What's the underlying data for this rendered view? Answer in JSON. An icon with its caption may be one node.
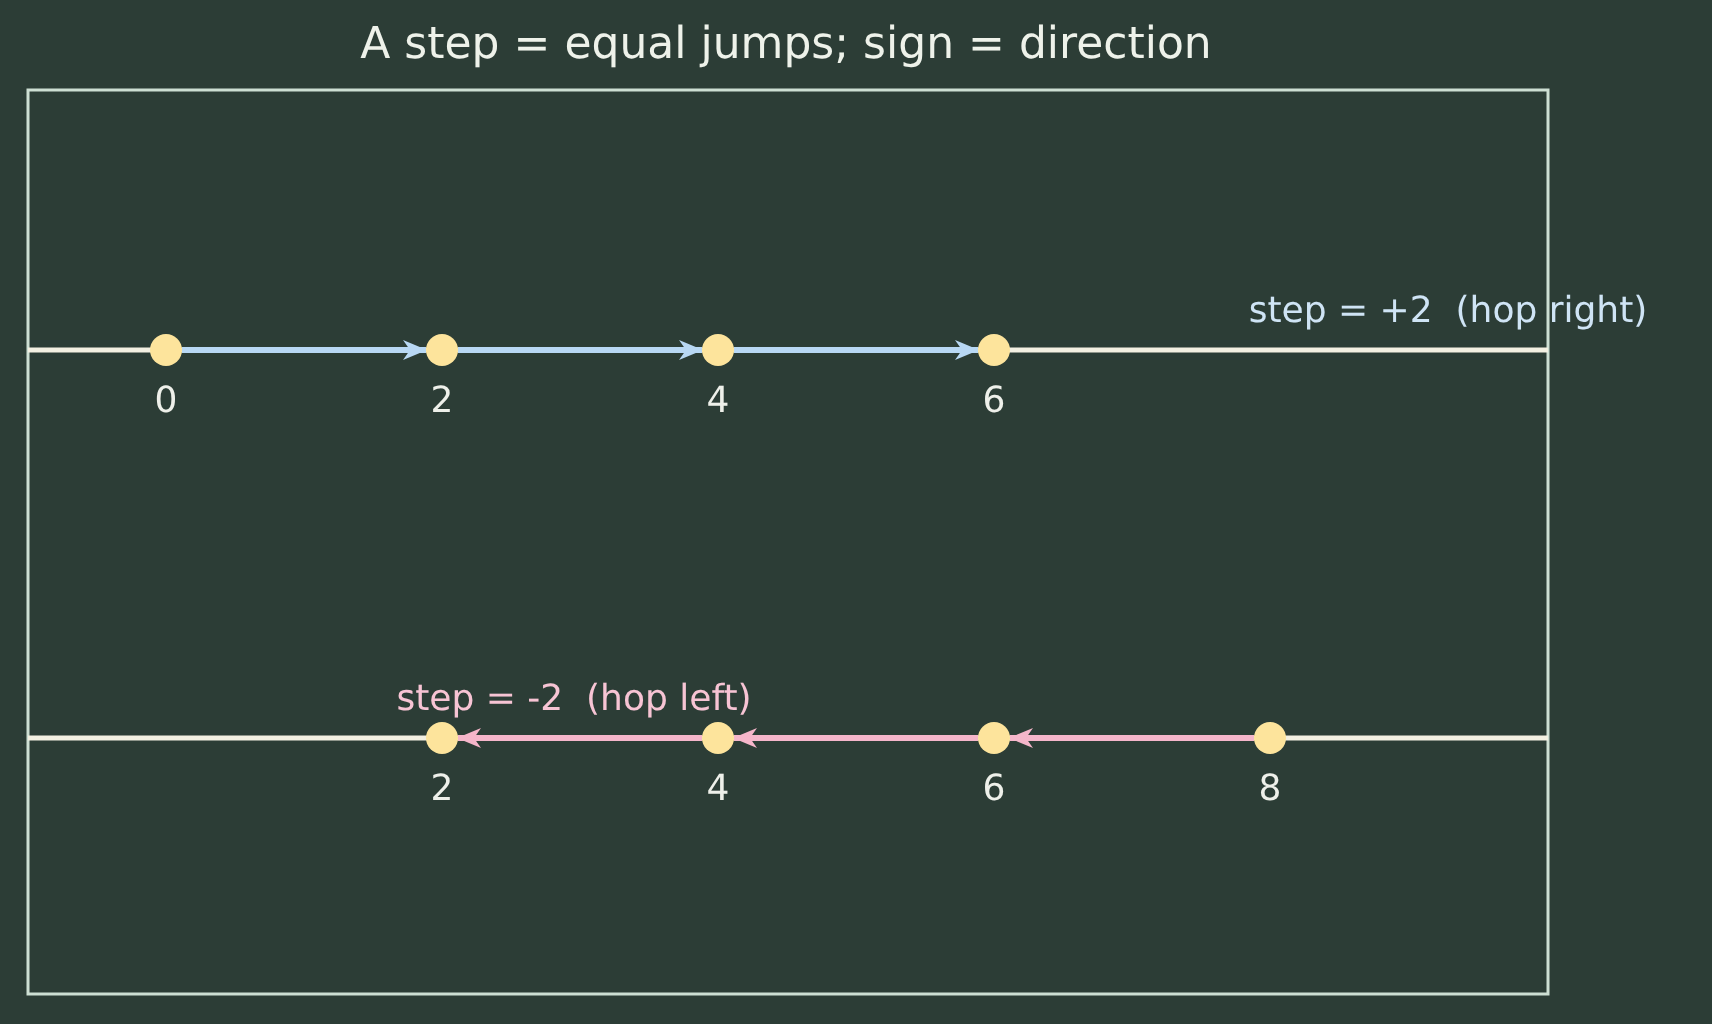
{
  "diagram": {
    "title": "A step = equal jumps; sign = direction",
    "nodes": [
      {
        "text": [],
        "shape": "circle",
        "beside": [
          "0"
        ]
      },
      {
        "text": [],
        "shape": "circle",
        "beside": [
          "2"
        ]
      },
      {
        "text": [],
        "shape": "circle",
        "beside": [
          "4"
        ]
      },
      {
        "text": [],
        "shape": "circle",
        "beside": [
          "6"
        ]
      },
      {
        "text": [],
        "shape": "circle",
        "beside": [
          "2"
        ]
      },
      {
        "text": [],
        "shape": "circle",
        "beside": [
          "4"
        ]
      },
      {
        "text": [],
        "shape": "circle",
        "beside": [
          "6"
        ]
      },
      {
        "text": [],
        "shape": "circle",
        "beside": [
          "8"
        ]
      }
    ],
    "edges": [
      {
        "from": 0,
        "to": 1,
        "arrow": "to",
        "color": "#b8d8f4"
      },
      {
        "from": 1,
        "to": 2,
        "arrow": "to",
        "color": "#b8d8f4"
      },
      {
        "from": 2,
        "to": 3,
        "arrow": "to",
        "color": "#b8d8f4"
      },
      {
        "from": 7,
        "to": 6,
        "arrow": "to",
        "color": "#f5b6ca"
      },
      {
        "from": 6,
        "to": 5,
        "arrow": "to",
        "color": "#f5b6ca"
      },
      {
        "from": 5,
        "to": 4,
        "arrow": "to",
        "color": "#f5b6ca"
      }
    ],
    "labels": [
      "step = +2  (hop right)",
      "step = -2  (hop left)"
    ]
  }
}
